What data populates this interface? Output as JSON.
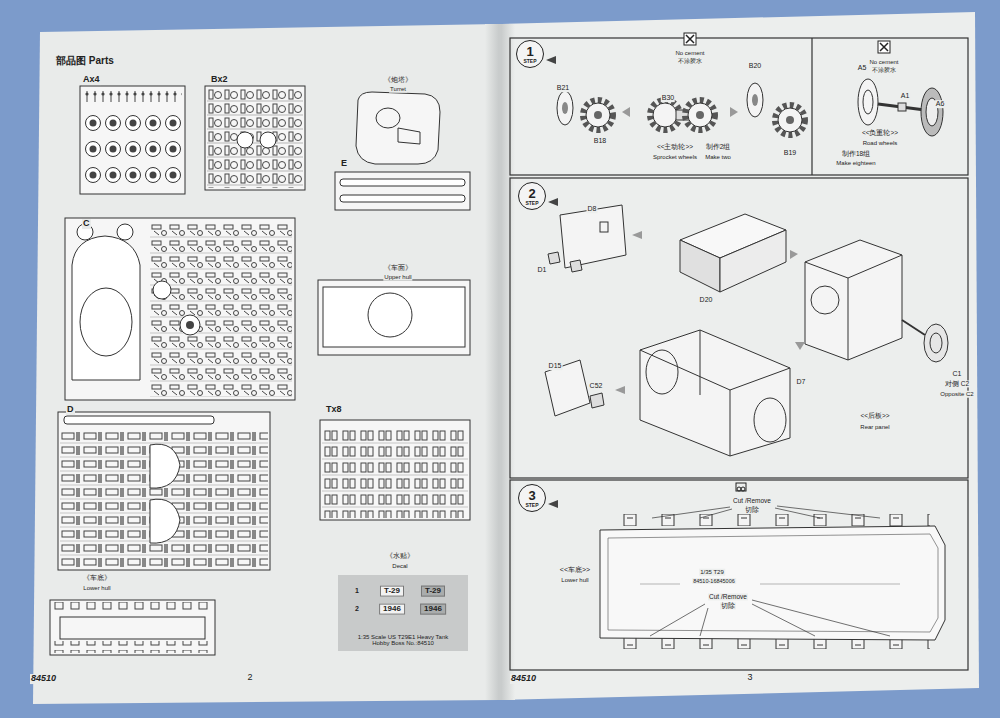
{
  "diagram": {
    "title": "部品图 Parts",
    "nodes": [
      {
        "text": [
          "1:35 Scale US T29E1 Heavy Tank",
          "Hobby Boss No.:84510"
        ]
      },
      {
        "text": [
          "1",
          "STEP"
        ]
      },
      {
        "text": [
          "2",
          "STEP"
        ]
      },
      {
        "text": [
          "3",
          "STEP"
        ]
      }
    ],
    "labels": [
      "Ax4",
      "Bx2",
      "《炮塔》",
      "Turret",
      "E",
      "C",
      "《车面》",
      "Upper hull",
      "D",
      "Tx8",
      "《水贴》",
      "Decal",
      "《车底》",
      "Lower hull",
      "1",
      "T-29",
      "T-29",
      "2",
      "1946",
      "1946",
      "84510",
      "2",
      "No cement",
      "不涂胶水",
      "B21",
      "B18",
      "B30",
      "B20",
      "B19",
      "<<主动轮>>",
      "Sprocket wheels",
      "制作2组",
      "Make two",
      "No cement",
      "不涂胶水",
      "A5",
      "A1",
      "A6",
      "<<负重轮>>",
      "Road wheels",
      "制作18组",
      "Make eighteen",
      "D8",
      "D1",
      "D20",
      "D15",
      "C52",
      "D7",
      "C1",
      "对侧 C2",
      "Opposite C2",
      "<<后板>>",
      "Rear panel",
      "Cut /Remove",
      "切除",
      "<<车底>>",
      "Lower hull",
      "1/35 T29",
      "84510-16845006",
      "Cut /Remove",
      "切除",
      "84510",
      "3"
    ]
  }
}
